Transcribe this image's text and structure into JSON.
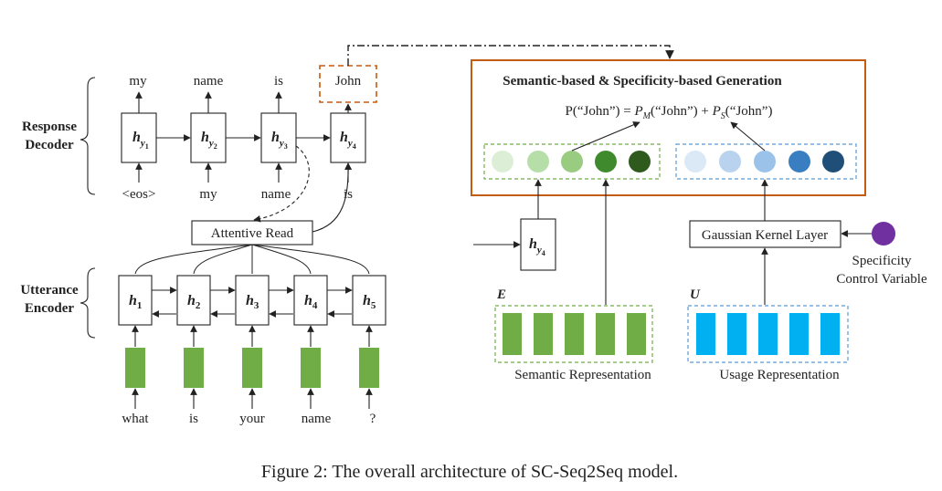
{
  "decoder": {
    "title_line1": "Response",
    "title_line2": "Decoder",
    "outputs": [
      "my",
      "name",
      "is",
      "John"
    ],
    "inputs": [
      "<eos>",
      "my",
      "name",
      "is"
    ],
    "hidden": [
      {
        "base": "h",
        "sub": "y",
        "subsub": "1"
      },
      {
        "base": "h",
        "sub": "y",
        "subsub": "2"
      },
      {
        "base": "h",
        "sub": "y",
        "subsub": "3"
      },
      {
        "base": "h",
        "sub": "y",
        "subsub": "4"
      }
    ]
  },
  "attentive_read": "Attentive Read",
  "encoder": {
    "title_line1": "Utterance",
    "title_line2": "Encoder",
    "hidden": [
      {
        "base": "h",
        "sub": "1"
      },
      {
        "base": "h",
        "sub": "2"
      },
      {
        "base": "h",
        "sub": "3"
      },
      {
        "base": "h",
        "sub": "4"
      },
      {
        "base": "h",
        "sub": "5"
      }
    ],
    "words": [
      "what",
      "is",
      "your",
      "name",
      "?"
    ]
  },
  "generation": {
    "title": "Semantic-based & Specificity-based Generation",
    "formula": {
      "lhs": "P(“John”) = ",
      "pm_base": "P",
      "pm_sub": "M",
      "pm_arg": "(“John”) + ",
      "ps_base": "P",
      "ps_sub": "S",
      "ps_arg": "(“John”)"
    },
    "green_shades": [
      "#dcefd6",
      "#b6dea8",
      "#99cc80",
      "#3f8a2c",
      "#2e5a1e"
    ],
    "blue_shades": [
      "#dbe8f5",
      "#b9d3ee",
      "#9bc3ea",
      "#3a7ec2",
      "#1f4e79"
    ]
  },
  "hy4": {
    "base": "h",
    "sub": "y",
    "subsub": "4"
  },
  "gaussian_layer": "Gaussian Kernel Layer",
  "specificity": {
    "line1": "Specificity",
    "line2": "Control Variable",
    "color": "#7030a0"
  },
  "semantic": {
    "letter": "E",
    "label": "Semantic Representation",
    "color": "#70ad47"
  },
  "usage": {
    "letter": "U",
    "label": "Usage Representation",
    "color": "#00b0f0"
  },
  "caption": "Figure 2: The overall architecture of SC-Seq2Seq model.",
  "colors": {
    "frame": "#c55a11",
    "green_dash": "#70ad47",
    "blue_dash": "#5b9bd5",
    "encoder_bar": "#70ad47"
  }
}
